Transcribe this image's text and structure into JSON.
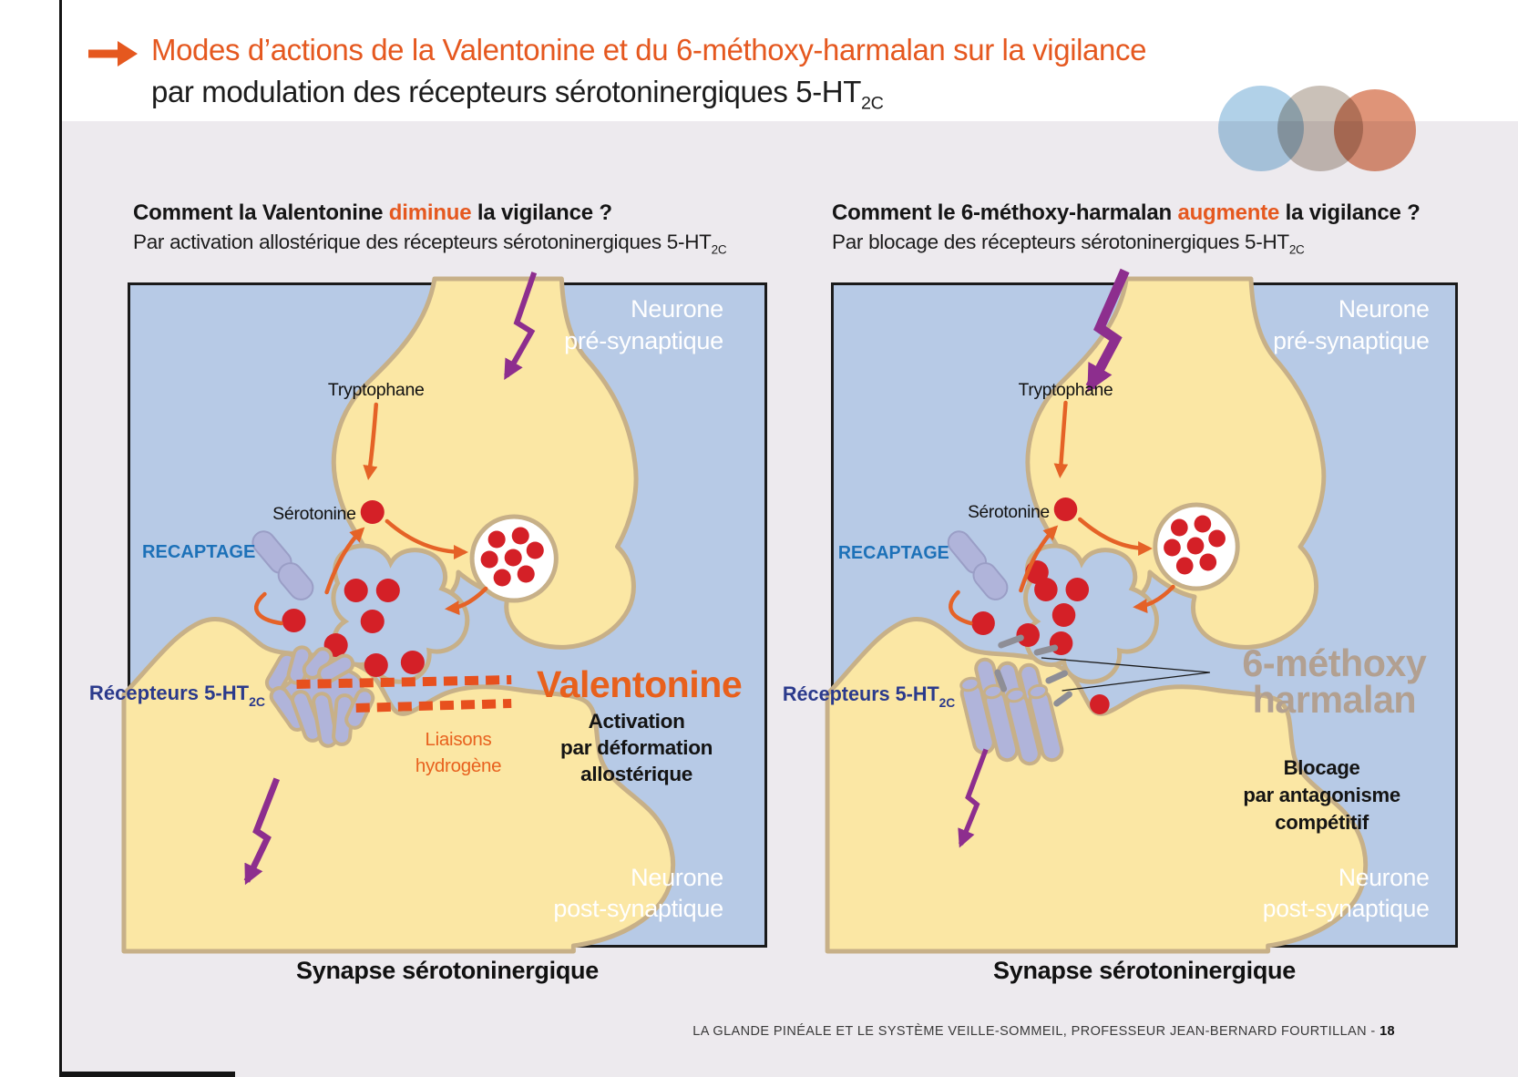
{
  "colors": {
    "accent_orange": "#e5581f",
    "title_black": "#1c1c1c",
    "page_bg_gray": "#edeaee",
    "synapse_blue": "#b7cae6",
    "neuron_yellow": "#fbe7a4",
    "membrane_tan": "#c7b088",
    "serotonin_red": "#d42027",
    "purple_impulse": "#8d2e8e",
    "recaptage_blue": "#1d71b8",
    "receptor_navy": "#2b3a8c",
    "lavender_receptor": "#b0b4da",
    "harmalan_gray": "#b2a091"
  },
  "header": {
    "title_line1": "Modes d’actions de la Valentonine et du 6-méthoxy-harmalan sur la vigilance",
    "title_line2": "par modulation des récepteurs sérotoninergiques 5-HT",
    "title_line2_sub": "2C"
  },
  "footer": {
    "text": "LA GLANDE PINÉALE ET LE SYSTÈME VEILLE-SOMMEIL, PROFESSEUR JEAN-BERNARD FOURTILLAN - ",
    "page_number": "18"
  },
  "panels": {
    "left": {
      "question_pre": "Comment la Valentonine ",
      "question_highlight": "diminue",
      "question_post": " la vigilance ?",
      "subtitle": "Par activation allostérique des récepteurs sérotoninergiques 5-HT",
      "subtitle_sub": "2C",
      "neuron_pre_line1": "Neurone",
      "neuron_pre_line2": "pré-synaptique",
      "tryptophane_label": "Tryptophane",
      "serotonine_label": "Sérotonine",
      "recaptage_label": "RECAPTAGE",
      "receptors_label": "Récepteurs 5-HT",
      "receptors_sub": "2C",
      "drug_name": "Valentonine",
      "mechanism_line1": "Activation",
      "mechanism_line2": "par déformation",
      "mechanism_line3": "allostérique",
      "bonds_line1": "Liaisons",
      "bonds_line2": "hydrogène",
      "neuron_post_line1": "Neurone",
      "neuron_post_line2": "post-synaptique",
      "caption": "Synapse sérotoninergique"
    },
    "right": {
      "question_pre": "Comment le 6-méthoxy-harmalan ",
      "question_highlight": "augmente",
      "question_post": " la vigilance ?",
      "subtitle": "Par blocage des récepteurs sérotoninergiques 5-HT",
      "subtitle_sub": "2C",
      "neuron_pre_line1": "Neurone",
      "neuron_pre_line2": "pré-synaptique",
      "tryptophane_label": "Tryptophane",
      "serotonine_label": "Sérotonine",
      "recaptage_label": "RECAPTAGE",
      "receptors_label": "Récepteurs 5-HT",
      "receptors_sub": "2C",
      "drug_name_line1": "6-méthoxy",
      "drug_name_line2": "harmalan",
      "mechanism_line1": "Blocage",
      "mechanism_line2": "par antagonisme",
      "mechanism_line3": "compétitif",
      "neuron_post_line1": "Neurone",
      "neuron_post_line2": "post-synaptique",
      "caption": "Synapse sérotoninergique"
    }
  }
}
